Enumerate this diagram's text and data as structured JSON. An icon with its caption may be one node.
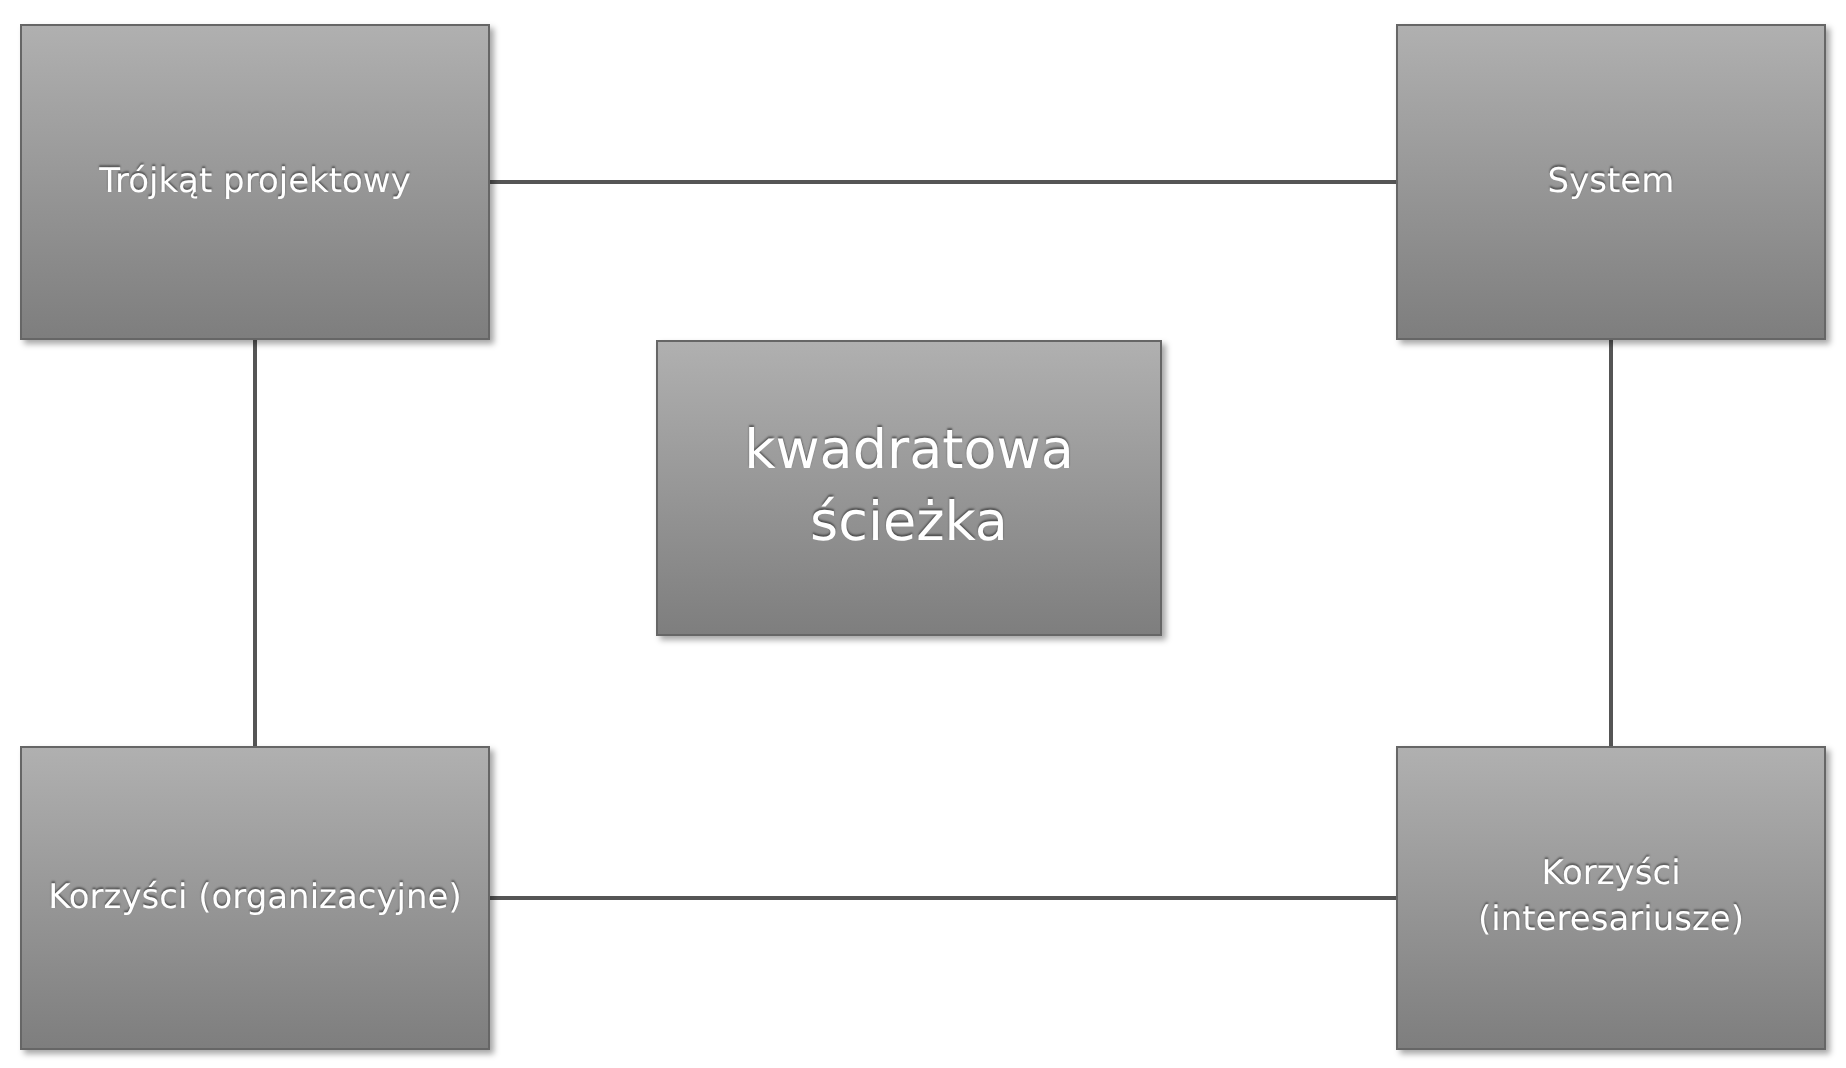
{
  "diagram": {
    "nodes": [
      {
        "text": [
          "Trójkąt projektowy"
        ]
      },
      {
        "text": [
          "System"
        ]
      },
      {
        "text": [
          "kwadratowa ścieżka"
        ]
      },
      {
        "text": [
          "Korzyści (organizacyjne)"
        ]
      },
      {
        "text": [
          "Korzyści (interesariusze)"
        ]
      }
    ],
    "edges": [
      {
        "from": 0,
        "to": 1,
        "arrow": "none"
      },
      {
        "from": 0,
        "to": 3,
        "arrow": "none"
      },
      {
        "from": 1,
        "to": 4,
        "arrow": "none"
      },
      {
        "from": 3,
        "to": 4,
        "arrow": "none"
      }
    ]
  }
}
